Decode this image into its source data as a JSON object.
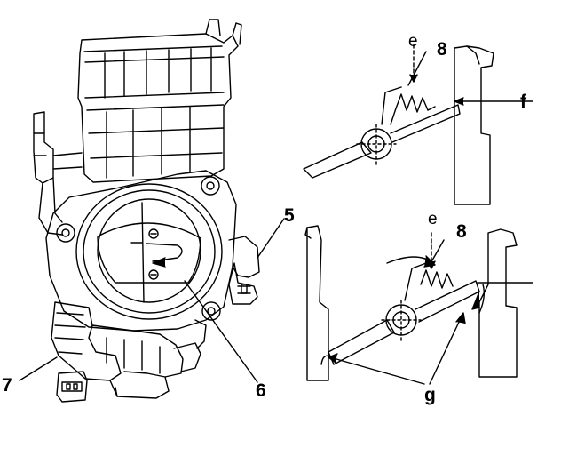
{
  "diagram": {
    "callouts": {
      "throttle_valve": "5",
      "throttle_plate": "6",
      "connector": "7",
      "spring_upper": "8",
      "spring_lower": "8"
    },
    "letters": {
      "e_upper": "e",
      "e_lower": "e",
      "f": "f",
      "g": "g"
    }
  }
}
